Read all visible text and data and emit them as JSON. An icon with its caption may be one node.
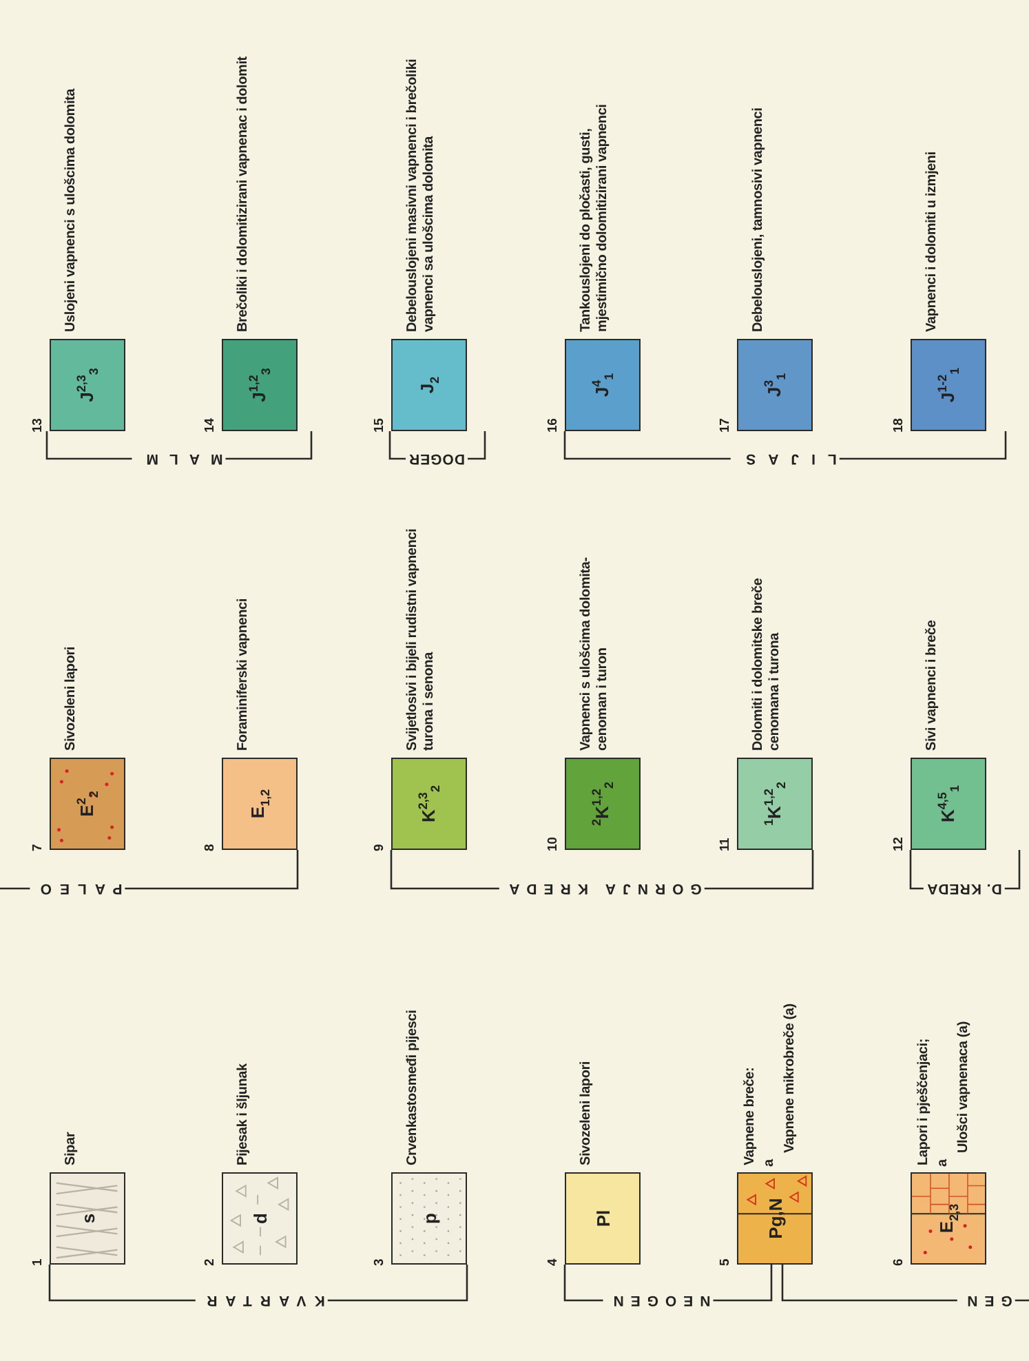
{
  "diagram": {
    "nodes": [
      {
        "text": [
          "s"
        ],
        "beside": [
          "1",
          "Sipar"
        ]
      },
      {
        "text": [
          "d"
        ],
        "beside": [
          "2",
          "Pijesak i šljunak"
        ]
      },
      {
        "text": [
          "p"
        ],
        "beside": [
          "3",
          "Crvenkastosmeđi pijesci"
        ]
      },
      {
        "text": [
          "Pl"
        ],
        "beside": [
          "4",
          "Sivozeleni lapori"
        ]
      },
      {
        "text": [
          "Pg,N"
        ],
        "beside": [
          "5",
          "a",
          "Vapnene breče:",
          "Vapnene mikrobreče (a)"
        ]
      },
      {
        "text": [
          "E$_{2,3}$"
        ],
        "beside": [
          "6",
          "a",
          "Lapori i pješčenjaci;",
          "Ulošci vapnenaca (a)"
        ]
      },
      {
        "text": [
          "E$^{2}$$_{2}$"
        ],
        "beside": [
          "7",
          "Sivozeleni lapori"
        ]
      },
      {
        "text": [
          "E$_{1,2}$"
        ],
        "beside": [
          "8",
          "Foraminiferski vapnenci"
        ]
      },
      {
        "text": [
          "K$^{2,3}$$_{2}$"
        ],
        "beside": [
          "9",
          "Svijetlosivi i bijeli rudistni vapnenci turona i senona"
        ]
      },
      {
        "text": [
          "$^{2}$K$^{1,2}$$_{2}$"
        ],
        "beside": [
          "10",
          "Vapnenci s ulošcima dolomita-cenoman i turon"
        ]
      },
      {
        "text": [
          "$^{1}$K$^{1,2}$$_{2}$"
        ],
        "beside": [
          "11",
          "Dolomiti i dolomitske breče cenomana i turona"
        ]
      },
      {
        "text": [
          "K$^{4,5}$$_{1}$"
        ],
        "beside": [
          "12",
          "Sivi vapnenci i breče"
        ]
      },
      {
        "text": [
          "J$^{2,3}$$_{3}$"
        ],
        "beside": [
          "13",
          "Uslojeni vapnenci s ulošcima dolomita"
        ]
      },
      {
        "text": [
          "J$^{1,2}$$_{3}$"
        ],
        "beside": [
          "14",
          "Brečoliki i dolomitizirani vapnenac i dolomit"
        ]
      },
      {
        "text": [
          "J$_{2}$"
        ],
        "beside": [
          "15",
          "Debelouslojeni masivni vapnenci i brečoliki vapnenci sa ulošcima dolomita"
        ]
      },
      {
        "text": [
          "J$^{4}$$_{1}$"
        ],
        "beside": [
          "16",
          "Tankouslojeni do pločasti, gusti, mjestimično dolomitizirani vapnenci"
        ]
      },
      {
        "text": [
          "J$^{3}$$_{1}$"
        ],
        "beside": [
          "17",
          "Debelouslojeni, tamnosivi vapnenci"
        ]
      },
      {
        "text": [
          "J$^{1-2}$$_{1}$"
        ],
        "beside": [
          "18",
          "Vapnenci i dolomiti u izmjeni"
        ]
      }
    ],
    "labels": [
      "KVARTAR",
      "NEOGEN",
      "GEN",
      "PALEO",
      "GORNJA KREDA",
      "D. KREDA",
      "MALM",
      "DOGER",
      "LIJAS"
    ]
  }
}
